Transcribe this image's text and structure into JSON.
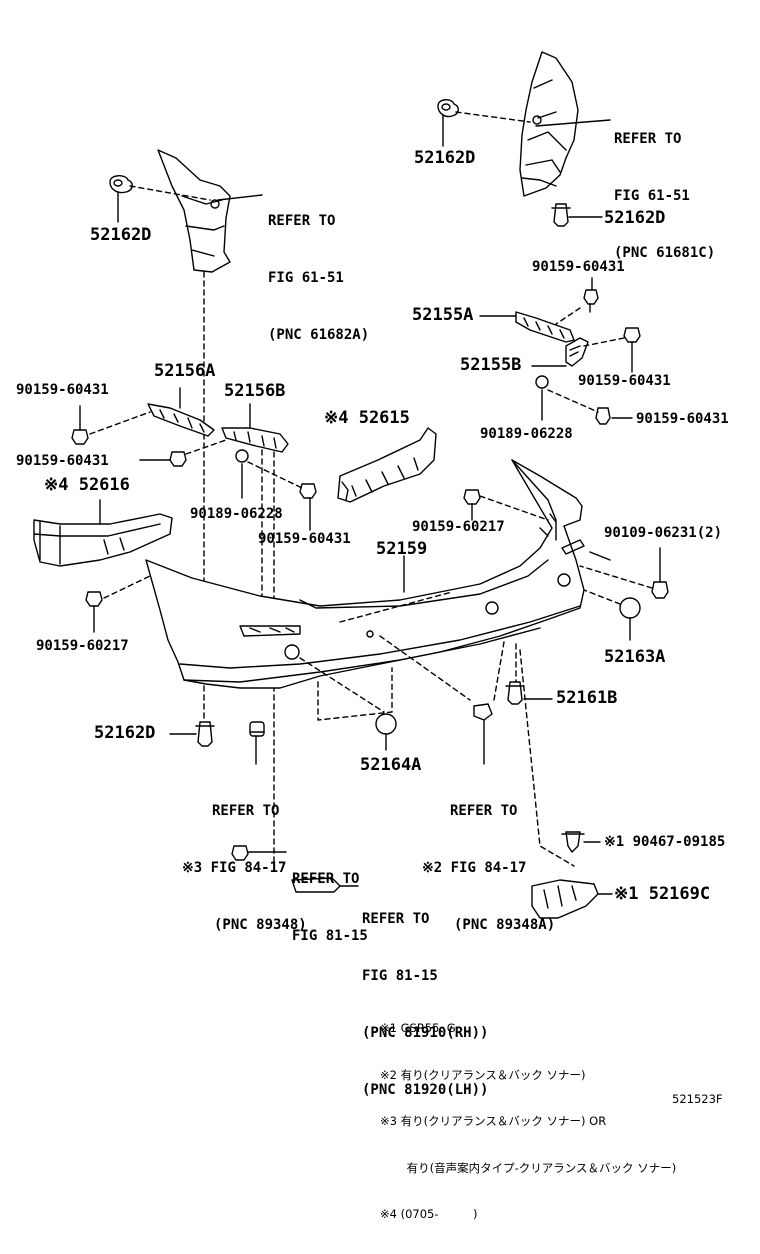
{
  "part_labels": {
    "p52162D_top": "52162D",
    "p52162D_clip": "52162D",
    "p52162D_left": "52162D",
    "p52162D_bottom": "52162D",
    "p90159_60431_a": "90159-60431",
    "p52155A": "52155A",
    "p52155B": "52155B",
    "p90159_60431_b": "90159-60431",
    "p90159_60431_c": "90159-60431",
    "p90189_06228_r": "90189-06228",
    "p52156A": "52156A",
    "p52156B": "52156B",
    "p90159_60431_d": "90159-60431",
    "p90159_60431_e": "90159-60431",
    "p52615": "※4 52615",
    "p52616": "※4 52616",
    "p90189_06228_l": "90189-06228",
    "p90159_60431_f": "90159-60431",
    "p90159_60217_r": "90159-60217",
    "p90109_06231": "90109-06231(2)",
    "p52159": "52159",
    "p90159_60217_l": "90159-60217",
    "p52163A": "52163A",
    "p52161B": "52161B",
    "p52164A": "52164A",
    "p90467_09185": "※1 90467-09185",
    "p52169C": "※1 52169C",
    "doc_code": "521523F"
  },
  "references": {
    "ref_top_right": [
      "REFER TO",
      "FIG 61-51",
      "(PNC 61681C)"
    ],
    "ref_top_left": [
      "REFER TO",
      "FIG 61-51",
      "(PNC 61682A)"
    ],
    "ref_84_left_head": "REFER TO",
    "ref_84_left_mark": "※3",
    "ref_84_left": [
      "FIG 84-17",
      "(PNC 89348)"
    ],
    "ref_84_right_head": "REFER TO",
    "ref_84_right_mark": "※2",
    "ref_84_right": [
      "FIG 84-17",
      "(PNC 89348A)"
    ],
    "ref_81_a": [
      "REFER TO",
      "FIG 81-15"
    ],
    "ref_81_b": [
      "REFER TO",
      "FIG 81-15",
      "(PNC 81910(RH))",
      "(PNC 81920(LH))"
    ]
  },
  "notes": [
    "※1 GSR55..G",
    "※2 有り(クリアランス＆バック ソナー)",
    "※3 有り(クリアランス＆バック ソナー) OR",
    "　　 有り(音声案内タイプ-クリアランス＆バック ソナー)",
    "※4 (0705-　　　)"
  ]
}
